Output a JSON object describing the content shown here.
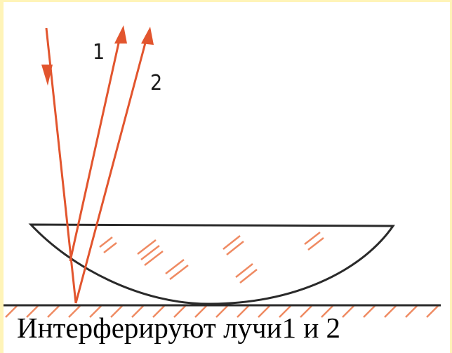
{
  "figure": {
    "labels": {
      "ray_1": "1",
      "ray_2": "2"
    },
    "colors": {
      "ray": "#e2552e",
      "outline": "#2a2a2a",
      "hatch": "#ef8a62",
      "background": "#ffffff",
      "frame": "#fff4b8"
    }
  },
  "caption": "Интерферируют лучи1 и 2"
}
